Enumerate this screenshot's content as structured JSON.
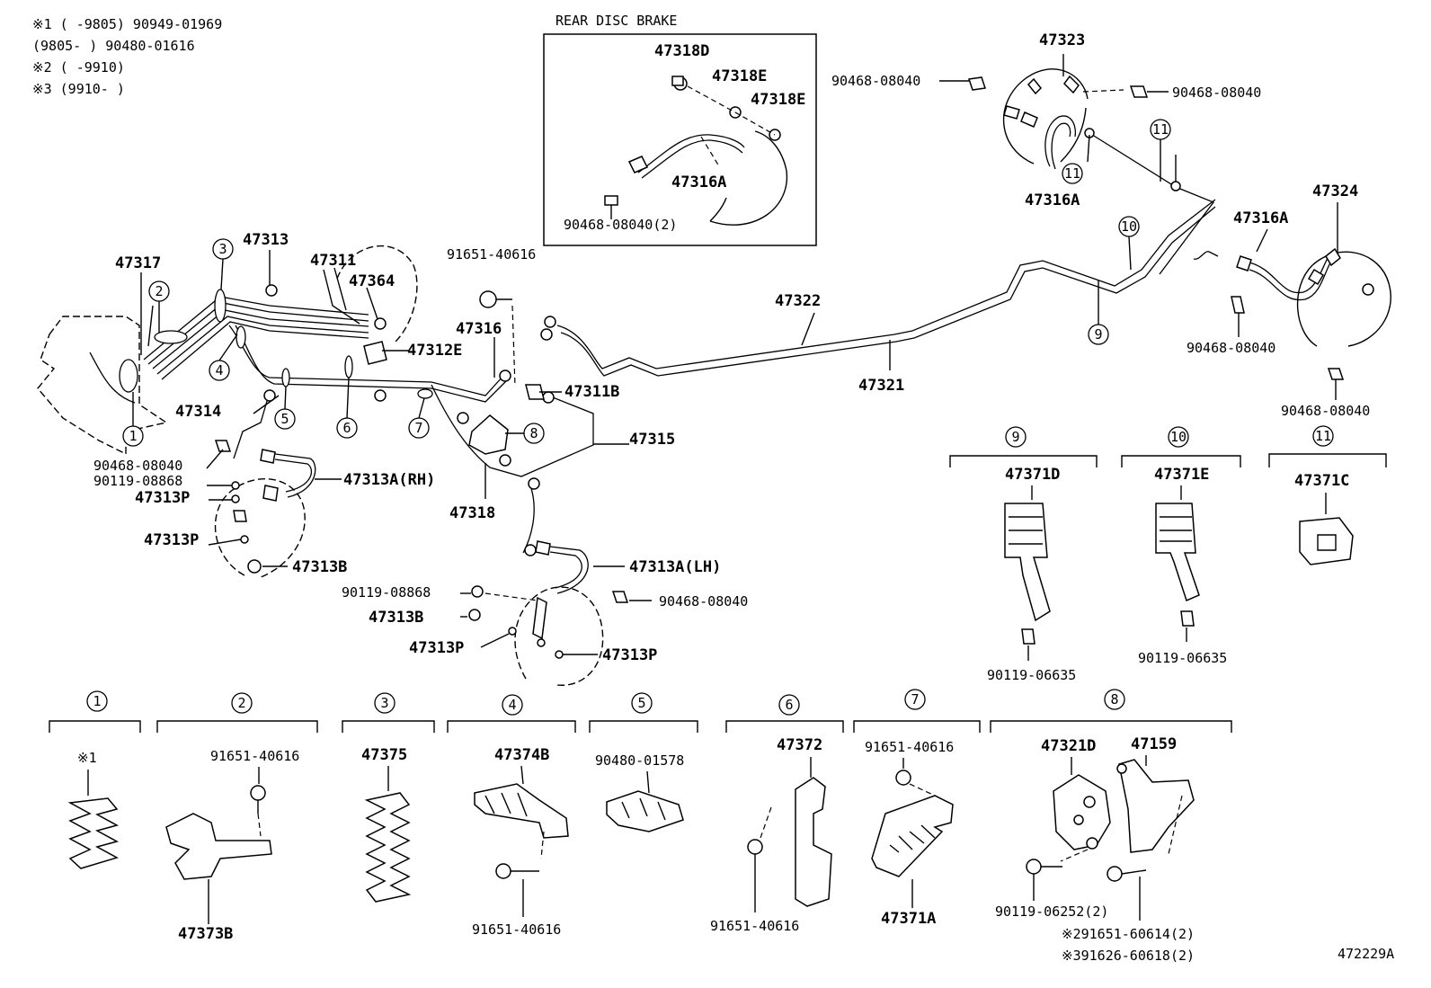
{
  "diagram_id": "472229A",
  "notes": [
    "※1 (    -9805) 90949-01969",
    "    (9805-    ) 90480-01616",
    "※2 (    -9910)",
    "※3 (9910-    )"
  ],
  "rear_box_title": "REAR DISC BRAKE",
  "labels": {
    "p47318D": "47318D",
    "p47318E_a": "47318E",
    "p47318E_b": "47318E",
    "p47316A_box": "47316A",
    "p90468_box": "90468-08040(2)",
    "p47323": "47323",
    "p90468_tl": "90468-08040",
    "p90468_tr": "90468-08040",
    "p47316A_top": "47316A",
    "p47324": "47324",
    "p47316A_right": "47316A",
    "p90468_r1": "90468-08040",
    "p90468_r2": "90468-08040",
    "p47322": "47322",
    "p47321": "47321",
    "p47317": "47317",
    "p47313": "47313",
    "p47311": "47311",
    "p47364": "47364",
    "p47312E": "47312E",
    "p91651_top": "91651-40616",
    "p47316": "47316",
    "p47311B": "47311B",
    "p47314": "47314",
    "p47315": "47315",
    "p47318": "47318",
    "p90468_l": "90468-08040",
    "p90119_l": "90119-08868",
    "p47313P_1": "47313P",
    "p47313A_RH": "47313A(RH)",
    "p47313P_2": "47313P",
    "p47313B_1": "47313B",
    "p47313A_LH": "47313A(LH)",
    "p90119_c": "90119-08868",
    "p90468_c": "90468-08040",
    "p47313B_2": "47313B",
    "p47313P_3": "47313P",
    "p47313P_4": "47313P",
    "p47371D": "47371D",
    "p90119_06635_a": "90119-06635",
    "p47371E": "47371E",
    "p90119_06635_b": "90119-06635",
    "p47371C": "47371C",
    "g1_note": "※1",
    "p47373B": "47373B",
    "p91651_g2": "91651-40616",
    "p47375": "47375",
    "p47374B": "47374B",
    "p91651_g4": "91651-40616",
    "p90480": "90480-01578",
    "p47372": "47372",
    "p91651_g6": "91651-40616",
    "p91651_g7": "91651-40616",
    "p47371A": "47371A",
    "p47321D": "47321D",
    "p47159": "47159",
    "p90119_06252": "90119-06252(2)",
    "p91651_60614": "※291651-60614(2)",
    "p91626": "※391626-60618(2)"
  },
  "callouts": [
    "1",
    "2",
    "3",
    "4",
    "5",
    "6",
    "7",
    "8",
    "9",
    "10",
    "11"
  ]
}
